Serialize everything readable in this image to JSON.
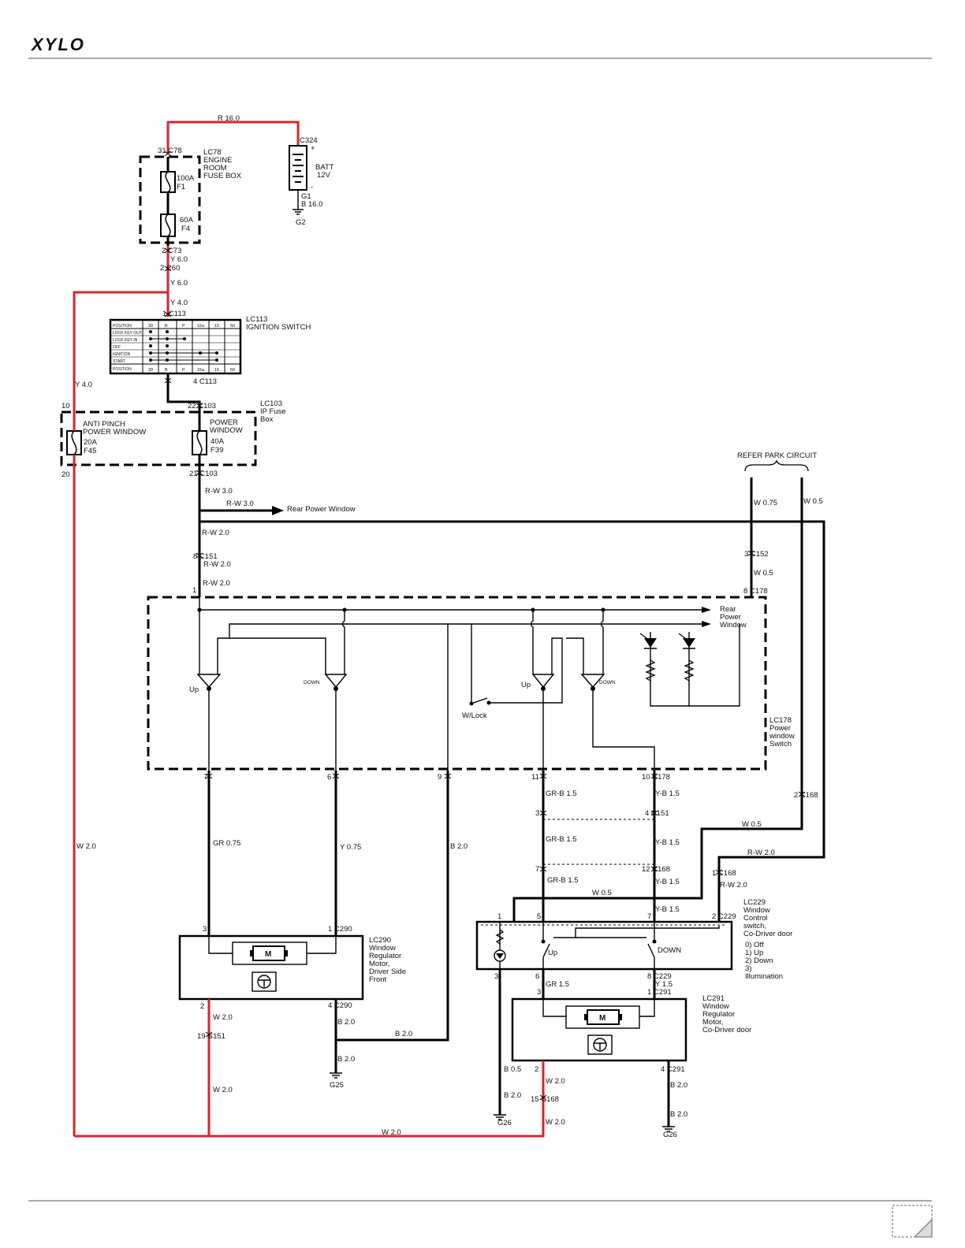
{
  "header": {
    "brand": "XYLO"
  },
  "components": {
    "fuse_box": {
      "title": [
        "LC78",
        "ENGINE",
        "ROOM",
        "FUSE BOX"
      ],
      "f1": [
        "100A",
        "F1"
      ],
      "f4": [
        "60A",
        "F4"
      ]
    },
    "battery": {
      "title": [
        "BATT",
        "12V"
      ],
      "connector": "C324",
      "plus": "+",
      "minus": "-",
      "ground_pin": "G1",
      "ground_wire": "B 16.0",
      "ground": "G2"
    },
    "ignition": {
      "title": [
        "LC113",
        "IGNITION SWITCH"
      ],
      "cols": [
        "30",
        "B",
        "P",
        "15a",
        "15",
        "50"
      ],
      "rows": [
        "POSITION",
        "LOCK KEY OUT",
        "LOCK KEY IN",
        "OFF",
        "IGNITION",
        "START",
        "POSITION"
      ]
    },
    "ip_fuse": {
      "title": [
        "LC103",
        "IP Fuse",
        "Box"
      ],
      "f45": [
        "ANTI PINCH",
        "POWER WINDOW",
        "20A",
        "F45"
      ],
      "f39": [
        "POWER",
        "WINDOW",
        "40A",
        "F39"
      ]
    },
    "refer_park": "REFER PARK CIRCUIT",
    "rear_window_arrow": "Rear Power Window",
    "lc178": {
      "title": [
        "LC178",
        "Power",
        "window",
        "Switch"
      ],
      "rear": [
        "Rear",
        "Power",
        "Window"
      ],
      "up": "Up",
      "down": "DOWN",
      "wlock": "W/Lock"
    },
    "lc290": {
      "title": [
        "LC290",
        "Window",
        "Regulator",
        "Motor,",
        "Driver Side",
        "Front"
      ],
      "motor": "M"
    },
    "lc229": {
      "title": [
        "LC229",
        "Window",
        "Control",
        "switch,",
        "Co-Driver door"
      ],
      "modes": [
        "0) Off",
        "1) Up",
        "2) Down",
        "3)",
        "Illumination"
      ],
      "up": "Up",
      "down": "DOWN"
    },
    "lc291": {
      "title": [
        "LC291",
        "Window",
        "Regulator",
        "Motor,",
        "Co-Driver door"
      ],
      "motor": "M"
    },
    "grounds": [
      "G25",
      "G26",
      "G26"
    ]
  },
  "labels": {
    "r16": "R 16.0",
    "c78": "31 C78",
    "c73": "2 C73",
    "y6a": "Y 6.0",
    "c60": "2 C60",
    "y6b": "Y 6.0",
    "y4a": "Y 4.0",
    "c113a": "1 C113",
    "c113b": "4 C113",
    "y4b": "Y 4.0",
    "p10": "10",
    "c103a": "22 C103",
    "p20": "20",
    "c103b": "21 C103",
    "rw30a": "R-W 3.0",
    "rw30b": "R-W 3.0",
    "rw20a": "R-W 2.0",
    "c151a": "8 C151",
    "rw20b": "R-W 2.0",
    "rw20c": "R-W 2.0",
    "p1": "1",
    "w075": "W 0.75",
    "w05a": "W 0.5",
    "c152": "3 C152",
    "w05b": "W 0.5",
    "c178a": "8 C178",
    "p7": "7",
    "p6": "6",
    "p9": "9",
    "p11": "11",
    "c178b": "10 C178",
    "grb15a": "GR-B 1.5",
    "yb15a": "Y-B 1.5",
    "c168a": "2 C168",
    "p3a": "3",
    "c151b": "4 C151",
    "w05c": "W 0.5",
    "rw20d": "R-W 2.0",
    "grb15b": "GR-B 1.5",
    "yb15b": "Y-B 1.5",
    "p7b": "7",
    "c168b": "12 C168",
    "grb15c": "GR-B 1.5",
    "yb15c": "Y-B 1.5",
    "c168c": "1 C168",
    "rw20e": "R-W 2.0",
    "w05d": "W 0.5",
    "yb15d": "Y-B 1.5",
    "w20a": "W 2.0",
    "gr075": "GR 0.75",
    "y075": "Y 0.75",
    "b20a": "B 2.0",
    "p3b": "3",
    "c290a": "1 C290",
    "p1b": "1",
    "p5": "5",
    "p7c": "7",
    "c229a": "2 C229",
    "p2a": "2",
    "c290b": "4 C290",
    "w20b": "W 2.0",
    "b20b": "B 2.0",
    "c151c": "19 C151",
    "b20c": "B 2.0",
    "b20d": "B 2.0",
    "w20c": "W 2.0",
    "p3c": "3",
    "p6b": "6",
    "c229b": "8 C229",
    "gr15": "GR 1.5",
    "y15": "Y 1.5",
    "p3d": "3",
    "c291a": "1 C291",
    "b05": "B 0.5",
    "p2b": "2",
    "w20d": "W 2.0",
    "c291b": "4 C291",
    "b20e": "B 2.0",
    "b20f": "B 2.0",
    "c168d": "15 C168",
    "w20e": "W 2.0",
    "b20g": "B 2.0",
    "w20f": "W 2.0"
  }
}
